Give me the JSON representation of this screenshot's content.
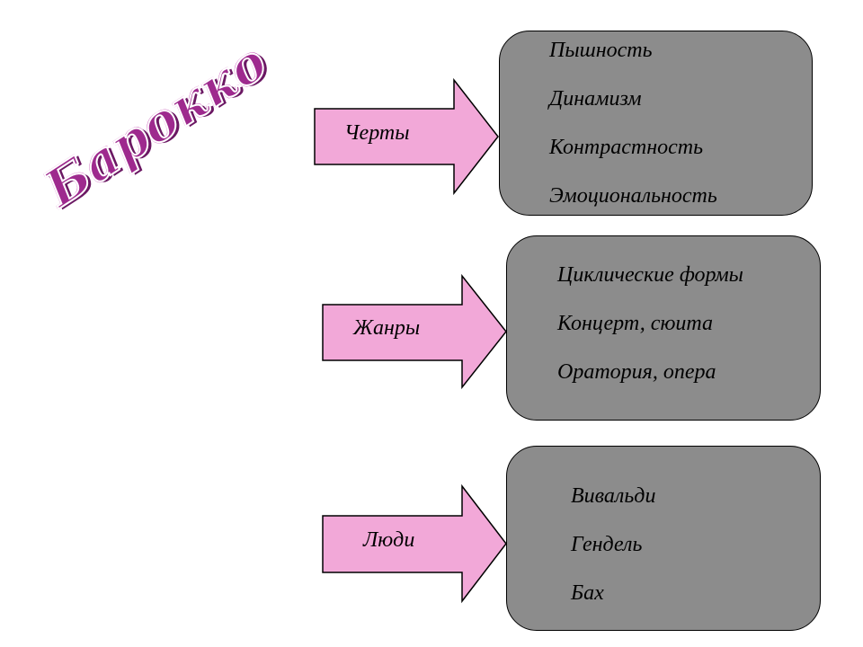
{
  "title": "Барокко",
  "colors": {
    "title": "#9e2a8e",
    "arrow_fill": "#f2a8d8",
    "box_fill": "#8c8c8c",
    "outline": "#000000"
  },
  "rows": [
    {
      "label": "Черты",
      "items": [
        "Пышность",
        "Динамизм",
        "Контрастность",
        "Эмоциональность"
      ]
    },
    {
      "label": "Жанры",
      "items": [
        "Циклические формы",
        "Концерт, сюита",
        "Оратория, опера"
      ]
    },
    {
      "label": "Люди",
      "items": [
        "Вивальди",
        "Гендель",
        "Бах"
      ]
    }
  ]
}
